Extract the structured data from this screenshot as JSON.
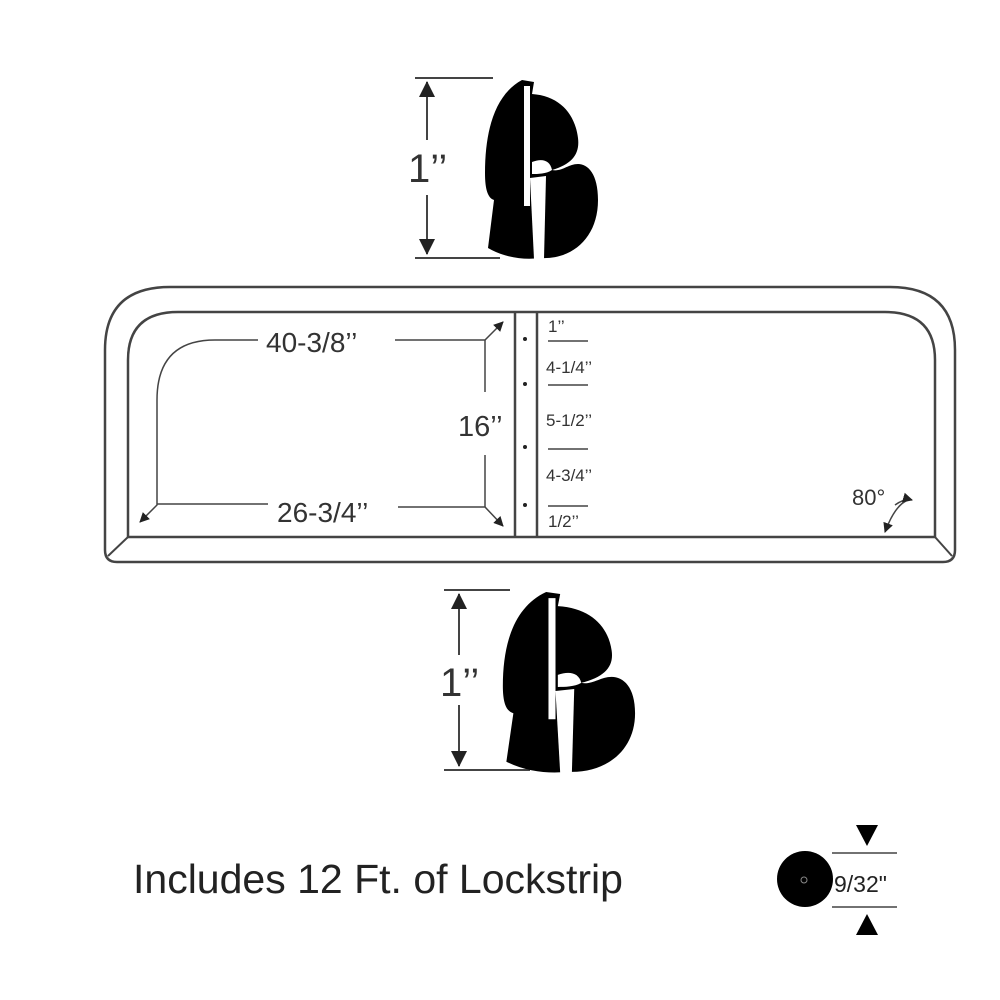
{
  "profile_top": {
    "height_label": "1’’"
  },
  "profile_bottom": {
    "height_label": "1’’"
  },
  "window": {
    "top_width_label": "40-3/8’’",
    "bottom_width_label": "26-3/4’’",
    "height_label": "16’’",
    "angle_label": "80°",
    "lip_dims": [
      "1’’",
      "4-1/4’’",
      "5-1/2’’",
      "4-3/4’’",
      "1/2’’"
    ]
  },
  "caption": "Includes 12 Ft. of Lockstrip",
  "lockstrip": {
    "diameter_label": "9/32\""
  }
}
